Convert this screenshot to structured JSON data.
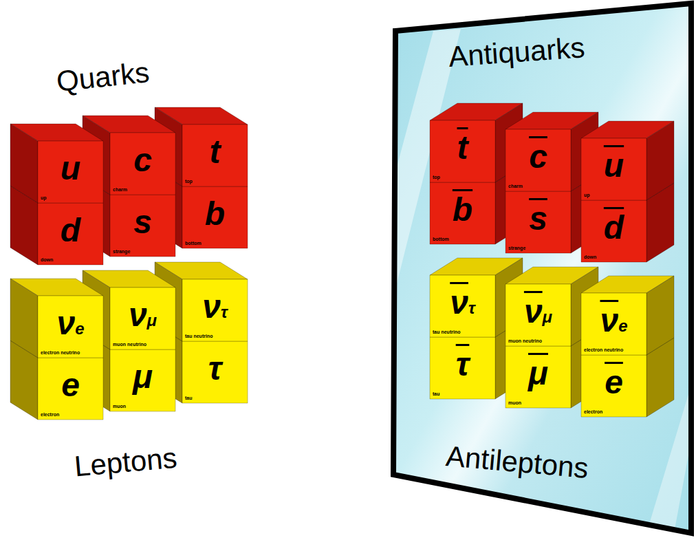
{
  "diagram": {
    "nodes": [
      {
        "text": [
          "u",
          "up"
        ]
      },
      {
        "text": [
          "c",
          "charm"
        ]
      },
      {
        "text": [
          "t",
          "top"
        ]
      },
      {
        "text": [
          "d",
          "down"
        ]
      },
      {
        "text": [
          "s",
          "strange"
        ]
      },
      {
        "text": [
          "b",
          "bottom"
        ]
      },
      {
        "text": [
          "νe",
          "electron neutrino"
        ]
      },
      {
        "text": [
          "νμ",
          "muon neutrino"
        ]
      },
      {
        "text": [
          "ντ",
          "tau neutrino"
        ]
      },
      {
        "text": [
          "e",
          "electron"
        ]
      },
      {
        "text": [
          "μ",
          "muon"
        ]
      },
      {
        "text": [
          "τ",
          "tau"
        ]
      },
      {
        "text": [
          "Antiquarks",
          "Antileptons"
        ]
      },
      {
        "text": [
          "t",
          "top"
        ],
        "in": 12
      },
      {
        "text": [
          "c",
          "charm"
        ],
        "in": 12
      },
      {
        "text": [
          "u",
          "up"
        ],
        "in": 12
      },
      {
        "text": [
          "b",
          "bottom"
        ],
        "in": 12
      },
      {
        "text": [
          "s",
          "strange"
        ],
        "in": 12
      },
      {
        "text": [
          "d",
          "down"
        ],
        "in": 12
      },
      {
        "text": [
          "ντ",
          "tau neutrino"
        ],
        "in": 12
      },
      {
        "text": [
          "νμ",
          "muon neutrino"
        ],
        "in": 12
      },
      {
        "text": [
          "νe",
          "electron neutrino"
        ],
        "in": 12
      },
      {
        "text": [
          "τ",
          "tau"
        ],
        "in": 12
      },
      {
        "text": [
          "μ",
          "muon"
        ],
        "in": 12
      },
      {
        "text": [
          "e",
          "electron"
        ],
        "in": 12
      }
    ],
    "labels": [
      "Quarks",
      "Leptons"
    ]
  }
}
